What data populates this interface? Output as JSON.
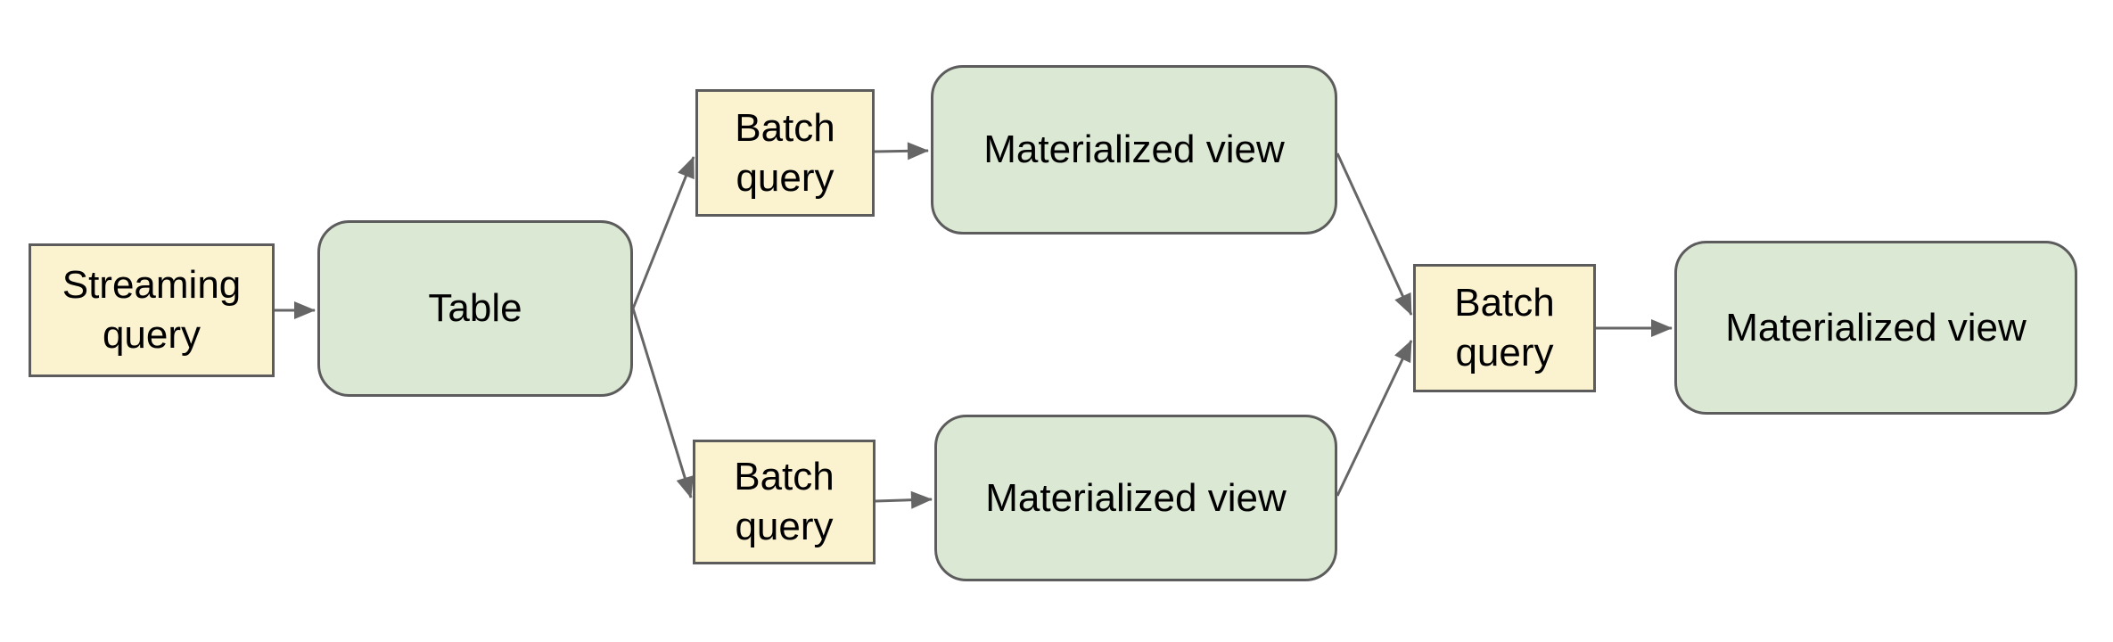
{
  "diagram": {
    "background_color": "#ffffff",
    "connector_color": "#666666",
    "node_styles": {
      "query": {
        "fill": "#FBF2D0",
        "stroke": "#5C5C5C"
      },
      "data": {
        "fill": "#DBE8D3",
        "stroke": "#5C5C5C"
      }
    },
    "nodes": [
      {
        "id": "streaming-query",
        "label": "Streaming query",
        "kind": "query"
      },
      {
        "id": "table",
        "label": "Table",
        "kind": "data"
      },
      {
        "id": "batch-query-top",
        "label": "Batch query",
        "kind": "query"
      },
      {
        "id": "materialized-view-top",
        "label": "Materialized view",
        "kind": "data"
      },
      {
        "id": "batch-query-bottom",
        "label": "Batch query",
        "kind": "query"
      },
      {
        "id": "materialized-view-bottom",
        "label": "Materialized view",
        "kind": "data"
      },
      {
        "id": "batch-query-right",
        "label": "Batch query",
        "kind": "query"
      },
      {
        "id": "materialized-view-right",
        "label": "Materialized view",
        "kind": "data"
      }
    ],
    "edges": [
      {
        "from": "streaming-query",
        "to": "table"
      },
      {
        "from": "table",
        "to": "batch-query-top"
      },
      {
        "from": "table",
        "to": "batch-query-bottom"
      },
      {
        "from": "batch-query-top",
        "to": "materialized-view-top"
      },
      {
        "from": "batch-query-bottom",
        "to": "materialized-view-bottom"
      },
      {
        "from": "materialized-view-top",
        "to": "batch-query-right"
      },
      {
        "from": "materialized-view-bottom",
        "to": "batch-query-right"
      },
      {
        "from": "batch-query-right",
        "to": "materialized-view-right"
      }
    ]
  }
}
